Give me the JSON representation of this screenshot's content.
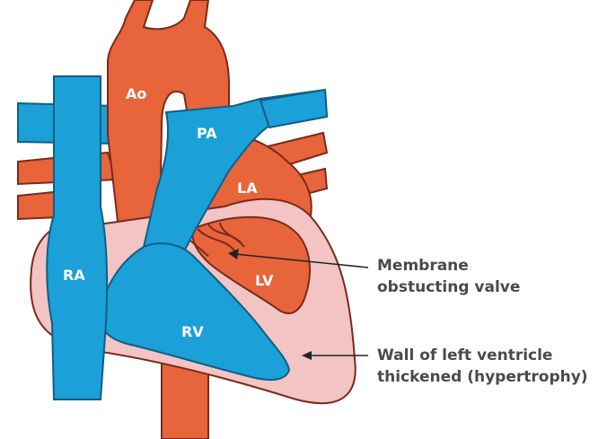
{
  "labels": {
    "ao": "Ao",
    "pa": "PA",
    "la": "LA",
    "ra": "RA",
    "lv": "LV",
    "rv": "RV"
  },
  "annotations": {
    "membrane": {
      "line1": "Membrane",
      "line2": "obstucting valve"
    },
    "wall": {
      "line1": "Wall of left ventricle",
      "line2": "thickened (hypertrophy)"
    }
  },
  "colors": {
    "oxygenated": "#e8643a",
    "deoxygenated": "#1ba0d8",
    "wall": "#f2c4c4",
    "outline": "#7a2a1a",
    "text": "#4a4a4a"
  }
}
